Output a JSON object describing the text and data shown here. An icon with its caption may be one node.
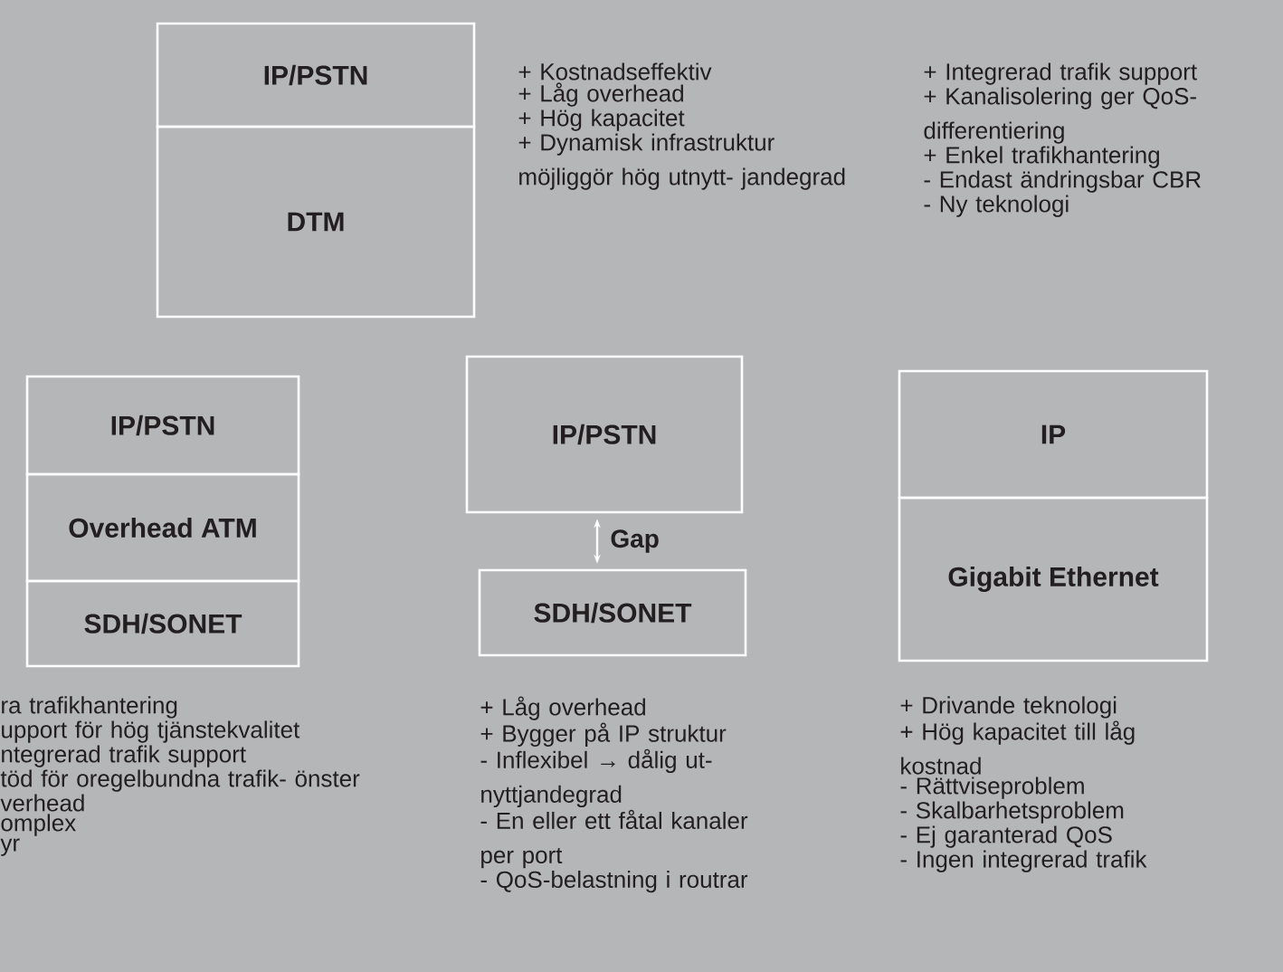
{
  "diagram": {
    "nodes": [
      {
        "text": [
          "IP/PSTN"
        ]
      },
      {
        "text": [
          "DTM"
        ]
      },
      {
        "text": [
          "IP/PSTN"
        ]
      },
      {
        "text": [
          "Overhead ATM"
        ]
      },
      {
        "text": [
          "SDH/SONET"
        ]
      },
      {
        "text": [
          "IP/PSTN"
        ]
      },
      {
        "text": [
          "SDH/SONET"
        ]
      },
      {
        "text": [
          "IP"
        ]
      },
      {
        "text": [
          "Gigabit Ethernet"
        ]
      }
    ],
    "edges": [
      {
        "from": 5,
        "to": 6,
        "arrow": "both",
        "label": "Gap"
      }
    ],
    "labels": [
      "+ Kostnadseffektiv",
      "+ Låg overhead",
      "+ Hög kapacitet",
      "+ Dynamisk infrastruktur möjliggör hög utnytt- jandegrad",
      "+ Integrerad trafik support",
      "+ Kanalisolering ger QoS- differentiering",
      "+ Enkel trafikhantering",
      "- Endast ändringsbar CBR",
      "- Ny teknologi",
      "ra trafikhantering",
      "upport för hög tjänstekvalitet",
      "ntegrerad trafik support",
      "töd för oregelbundna trafik- önster",
      "verhead",
      "omplex",
      "yr",
      "+ Låg overhead",
      "+ Bygger på IP struktur",
      "- Inflexibel → dålig ut- nyttjandegrad",
      "- En eller ett fåtal kanaler per port",
      "- QoS-belastning i routrar",
      "+ Drivande teknologi",
      "+ Hög kapacitet till låg kostnad",
      "- Rättviseproblem",
      "- Skalbarhetsproblem",
      "- Ej garanterad QoS",
      "- Ingen integrerad trafik"
    ]
  }
}
